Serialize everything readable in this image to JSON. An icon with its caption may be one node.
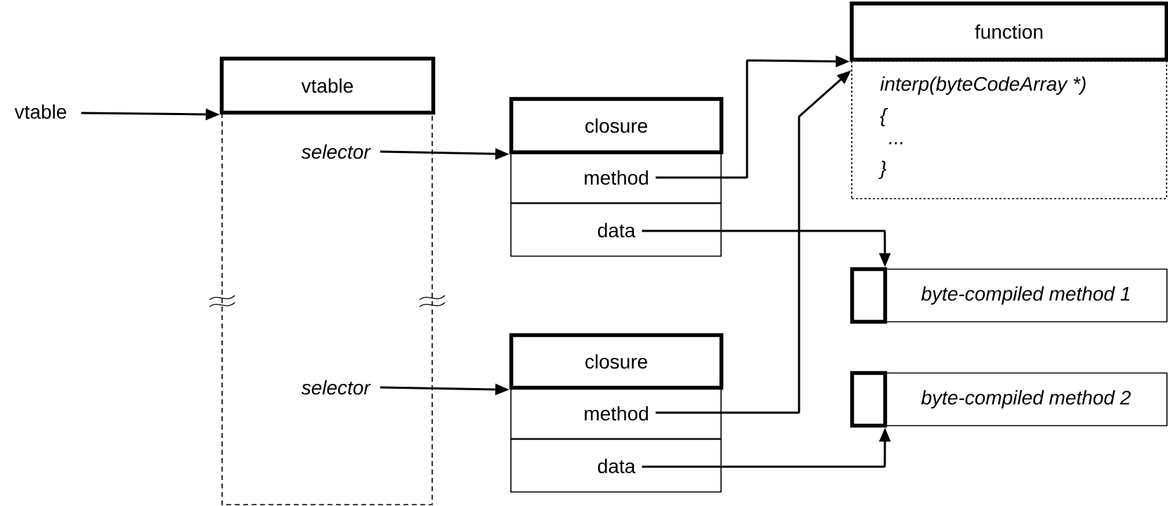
{
  "diagram": {
    "nodes": [
      {
        "text": [
          "vtable"
        ]
      },
      {
        "text": [
          "vtable"
        ]
      },
      {
        "text": [
          "selector"
        ]
      },
      {
        "text": [
          "closure"
        ]
      },
      {
        "text": [
          "method"
        ]
      },
      {
        "text": [
          "data"
        ]
      },
      {
        "text": [
          "selector"
        ]
      },
      {
        "text": [
          "closure"
        ]
      },
      {
        "text": [
          "method"
        ]
      },
      {
        "text": [
          "data"
        ]
      },
      {
        "text": [
          "function"
        ]
      },
      {
        "text": [
          "interp(byteCodeArray *)",
          "{",
          "...",
          "}"
        ]
      },
      {
        "text": [],
        "shape": "box"
      },
      {
        "text": [
          "byte-compiled method 1"
        ]
      },
      {
        "text": [],
        "shape": "box"
      },
      {
        "text": [
          "byte-compiled method 2"
        ]
      }
    ],
    "edges": [
      {
        "from": 0,
        "to": 1,
        "arrow": "to"
      },
      {
        "from": 2,
        "to": 3,
        "arrow": "to"
      },
      {
        "from": 6,
        "to": 7,
        "arrow": "to"
      },
      {
        "from": 4,
        "to": 10,
        "arrow": "to"
      },
      {
        "from": 8,
        "to": 11,
        "arrow": "to"
      },
      {
        "from": 5,
        "to": 12,
        "arrow": "to"
      },
      {
        "from": 9,
        "to": 14,
        "arrow": "to"
      }
    ]
  }
}
